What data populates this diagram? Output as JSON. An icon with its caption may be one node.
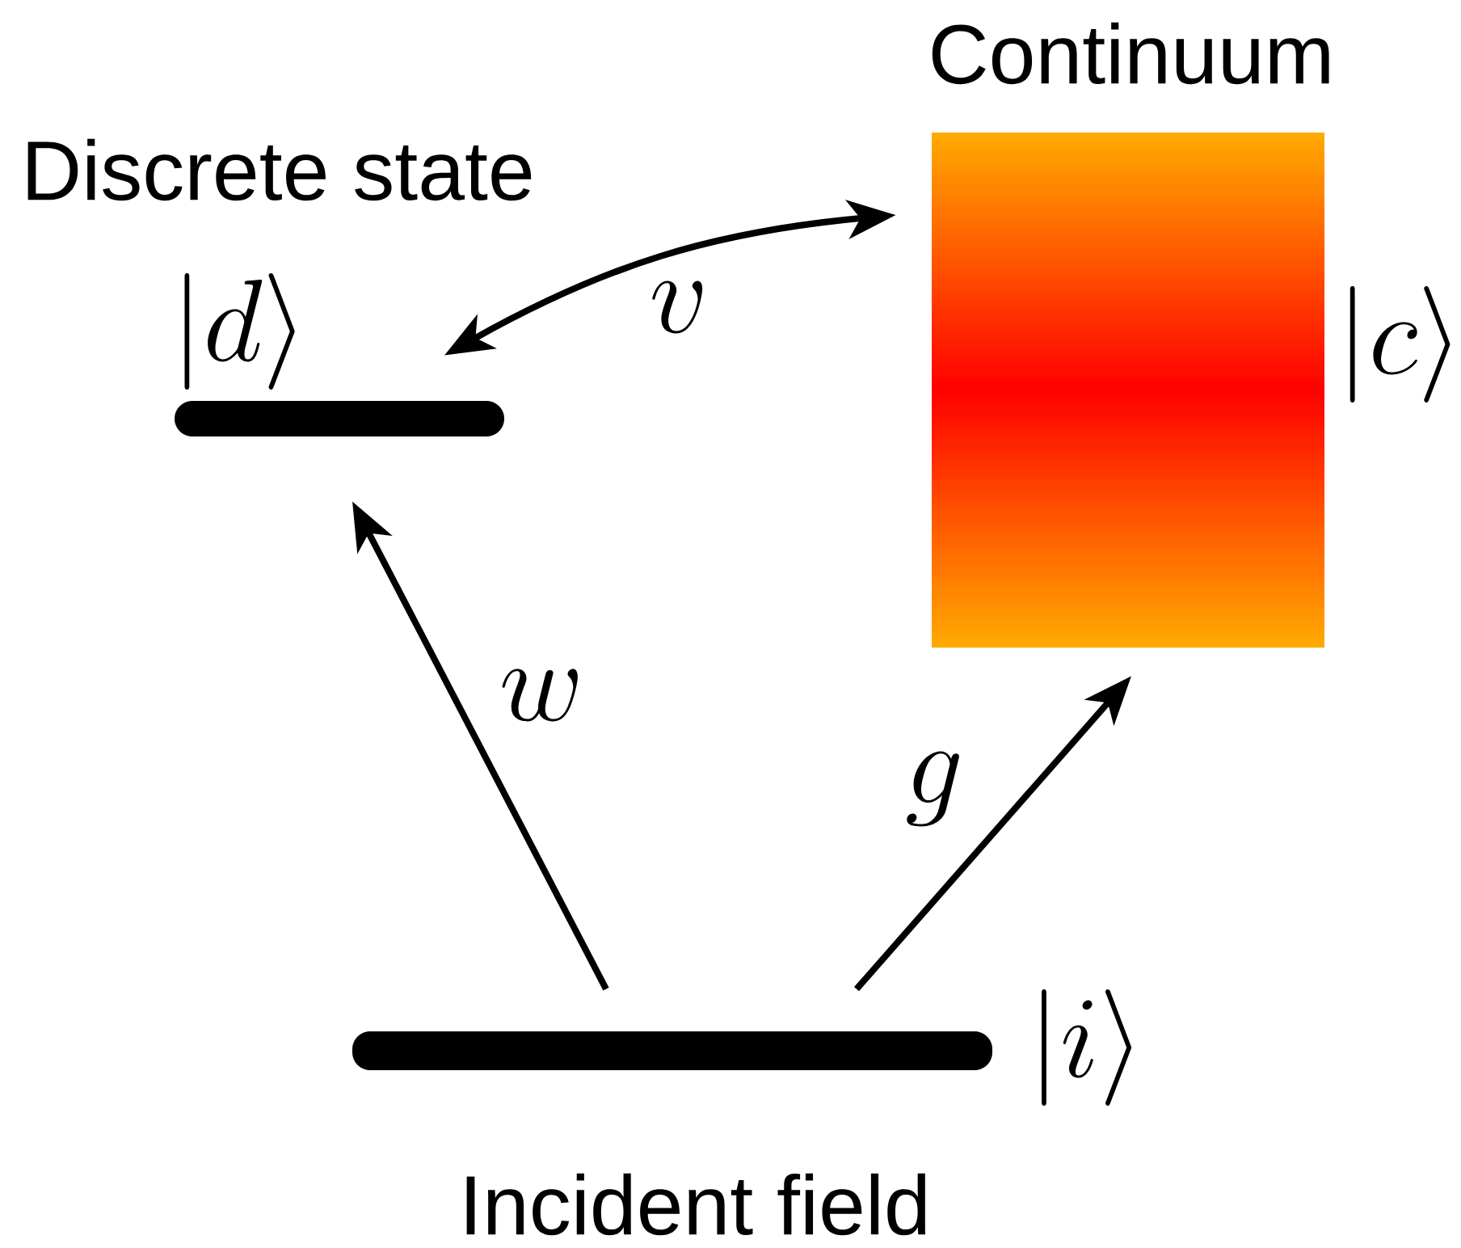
{
  "diagram": {
    "nodes": [
      {
        "text": [
          "Discrete state",
          "|d\\rangle"
        ]
      },
      {
        "text": [
          "Continuum",
          "|c\\rangle"
        ]
      },
      {
        "text": [
          "|i\\rangle",
          "Incident field"
        ]
      }
    ],
    "edges": [
      {
        "from": 0,
        "to": 1,
        "arrow": "both",
        "label": "v"
      },
      {
        "from": 2,
        "to": 0,
        "arrow": "to",
        "label": "w"
      },
      {
        "from": 2,
        "to": 1,
        "arrow": "to",
        "label": "g"
      }
    ]
  }
}
